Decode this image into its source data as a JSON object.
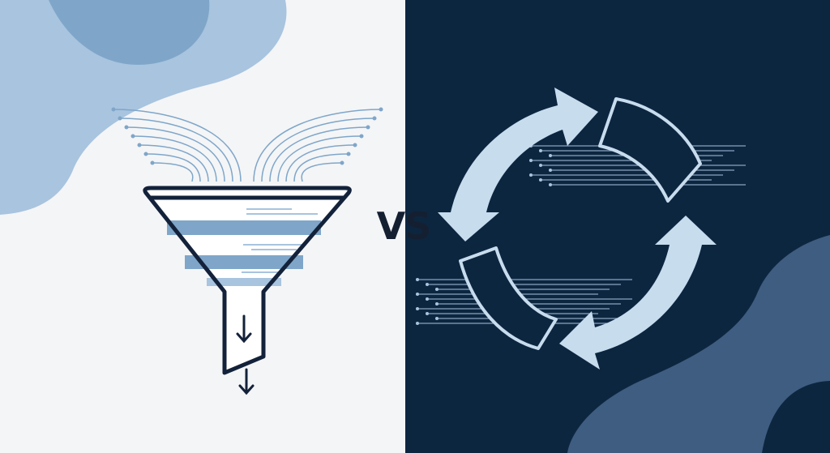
{
  "comparison": {
    "separator": "VS",
    "left_panel": {
      "subject": "funnel",
      "icon": "funnel-icon"
    },
    "right_panel": {
      "subject": "cycle",
      "icon": "cycle-arrows-icon"
    }
  },
  "colors": {
    "left_background": "#f4f5f7",
    "right_background": "#0d2640",
    "accent_light_blue": "#a8c4df",
    "accent_mid_blue": "#7fa6c9",
    "outline_dark": "#13223a",
    "blob_right": "#3e5d80",
    "arrow_fill": "#c7dced"
  }
}
